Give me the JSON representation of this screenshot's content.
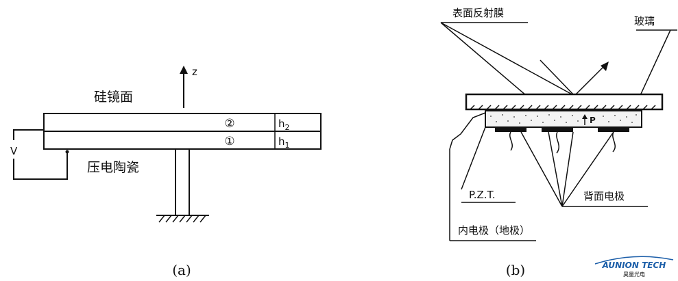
{
  "panel_a": {
    "caption": "(a)",
    "axis_label": "z",
    "mirror_label": "硅镜面",
    "ceramic_label": "压电陶瓷",
    "voltage_label": "V",
    "layer1_mark": "①",
    "layer2_mark": "②",
    "h1_label": "h",
    "h1_sub": "1",
    "h2_label": "h",
    "h2_sub": "2"
  },
  "panel_b": {
    "caption": "(b)",
    "reflective_film_label": "表面反射膜",
    "glass_label": "玻璃",
    "pzt_label": "P.Z.T.",
    "back_electrode_label": "背面电极",
    "inner_electrode_label": "内电极（地极）",
    "p_label": "P"
  },
  "brand": {
    "name": "AUNION TECH",
    "sub": "昊量光电",
    "color": "#1a5da8"
  }
}
